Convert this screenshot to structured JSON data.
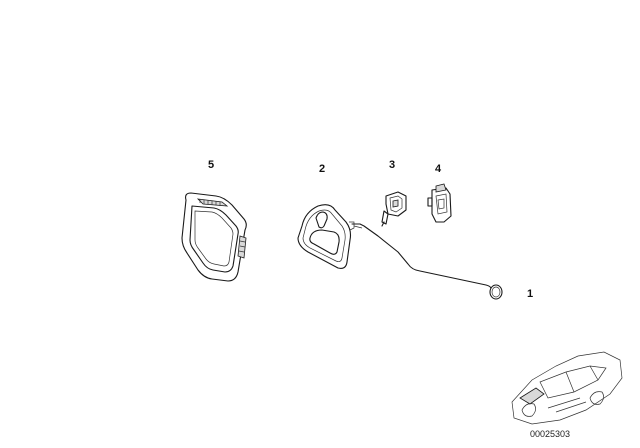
{
  "callouts": {
    "part_1": "1",
    "part_2": "2",
    "part_3": "3",
    "part_4": "4",
    "part_5": "5"
  },
  "reference_number": "00025303",
  "icons": {
    "thumbnail": "car-thumbnail-icon"
  }
}
